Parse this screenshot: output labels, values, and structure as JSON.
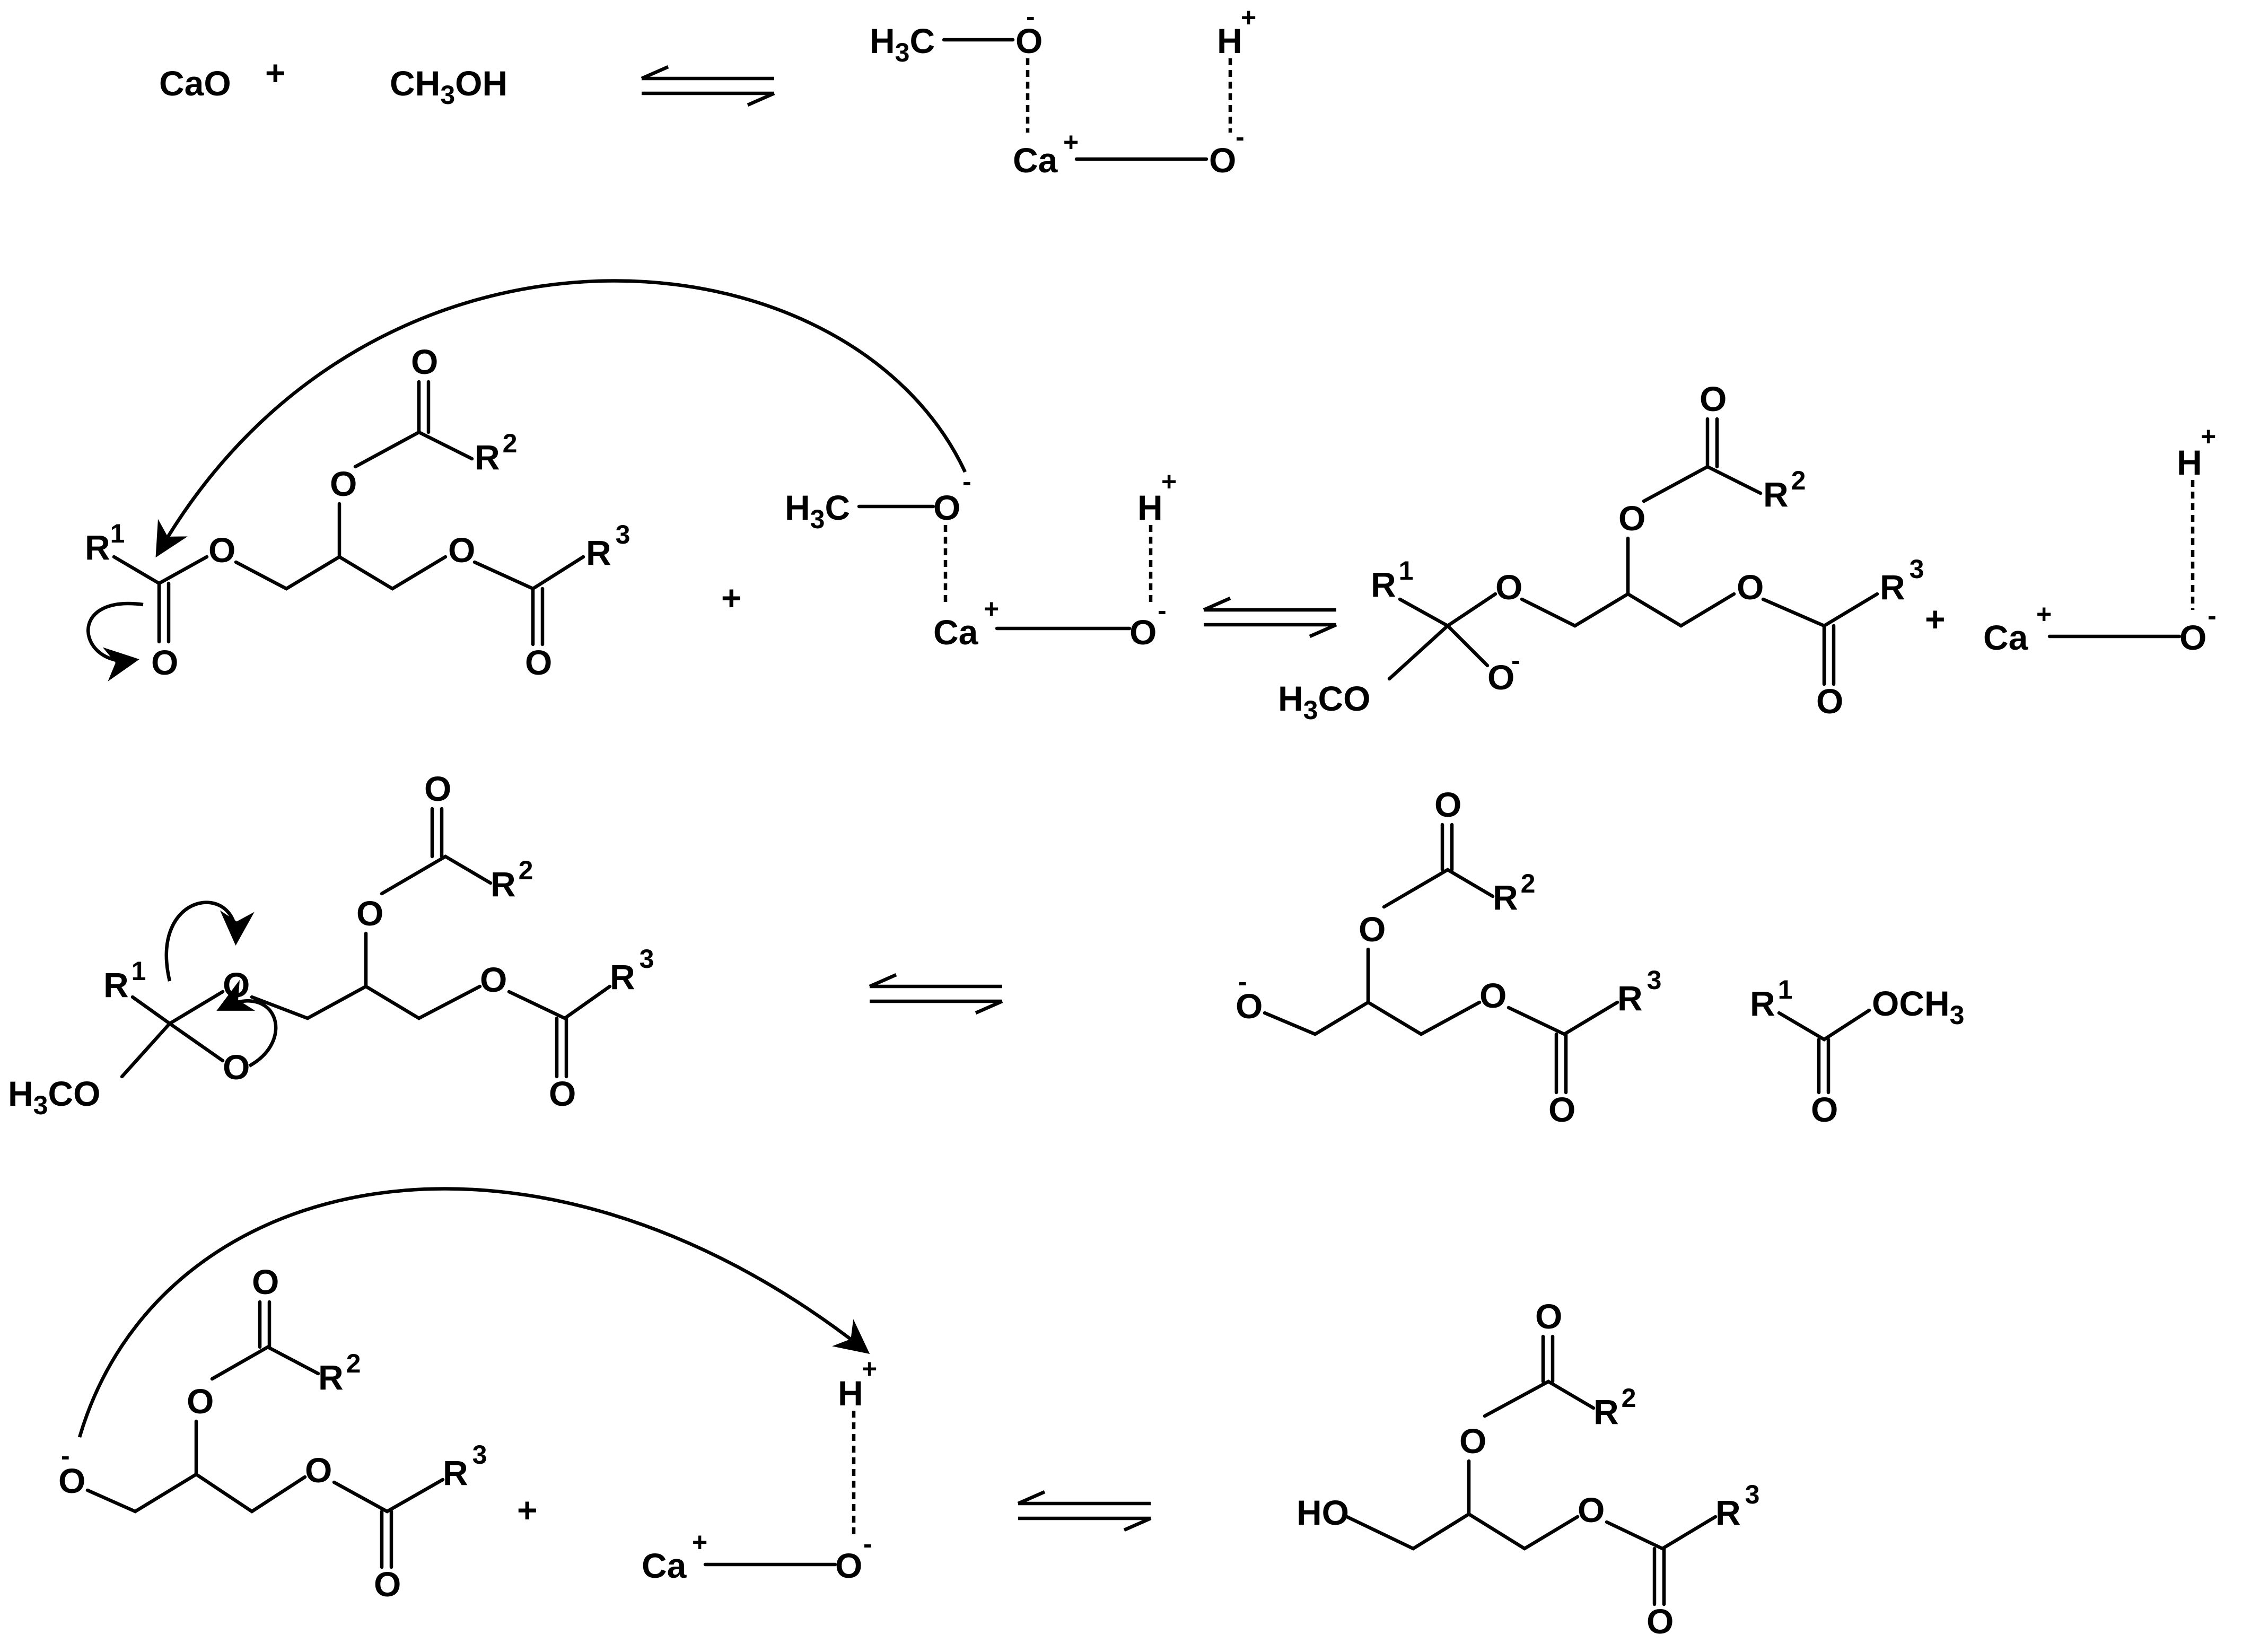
{
  "species": {
    "cao": "CaO",
    "methanol": "CH",
    "methanol_sub": "3",
    "methanol_tail": "OH",
    "h3c": "H",
    "h3c_sub": "3",
    "h3c_tail": "C",
    "oxygen": "O",
    "oxide_charge": "-",
    "hydrogen": "H",
    "cation_charge": "+",
    "calcium": "Ca",
    "hydroxy": "HO",
    "plus": "+",
    "r": "R",
    "r1": "1",
    "r2": "2",
    "r3": "3",
    "methyl_c": "CH",
    "methyl_sub": "3"
  },
  "reaction_steps": 4
}
